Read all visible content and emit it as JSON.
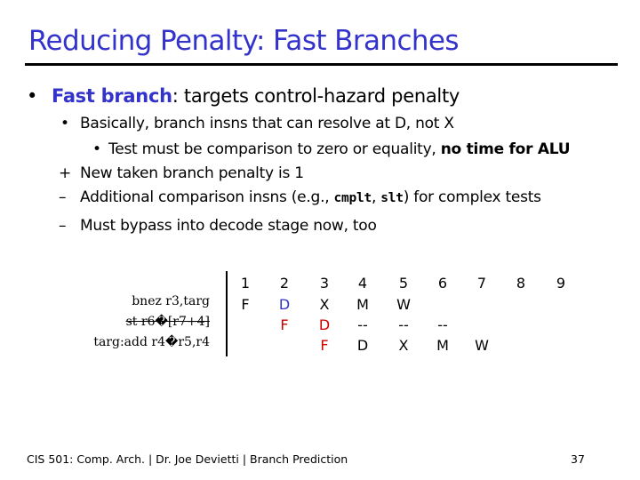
{
  "title": "Reducing Penalty: Fast Branches",
  "bullets": {
    "b1_mark": "•",
    "b1_term": "Fast branch",
    "b1_rest": ": targets control-hazard penalty",
    "s1_mark": "•",
    "s1_text": "Basically, branch insns that can resolve at D, not X",
    "ss1_mark": "•",
    "ss1_text": "Test must be comparison to zero or equality, ",
    "ss1_bold": "no time for ALU",
    "plus_mark": "+",
    "plus_text": "New taken branch penalty is 1",
    "minus1_mark": "–",
    "minus1_pre": "Additional comparison insns (e.g., ",
    "minus1_code1": "cmplt",
    "minus1_sep": ", ",
    "minus1_code2": "slt",
    "minus1_post": ") for complex tests",
    "minus2_mark": "–",
    "minus2_text": "Must bypass into decode stage now, too"
  },
  "program": [
    "bnez r3,targ",
    "st r6�[r7+4]",
    "targ:add r4�r5,r4"
  ],
  "pipeline": {
    "headers": [
      "1",
      "2",
      "3",
      "4",
      "5",
      "6",
      "7",
      "8",
      "9"
    ],
    "rows": [
      [
        "F",
        "D",
        "X",
        "M",
        "W",
        "",
        "",
        "",
        ""
      ],
      [
        "",
        "F",
        "D",
        "--",
        "--",
        "--",
        "",
        "",
        ""
      ],
      [
        "",
        "",
        "F",
        "D",
        "X",
        "M",
        "W",
        "",
        ""
      ]
    ]
  },
  "colors": {
    "title": "#3333cc",
    "stage_blue": "#3333cc",
    "stage_red": "#cc0000"
  },
  "footer": {
    "left": "CIS 501: Comp. Arch.  |  Dr. Joe Devietti  |  Branch Prediction",
    "page": "37"
  }
}
